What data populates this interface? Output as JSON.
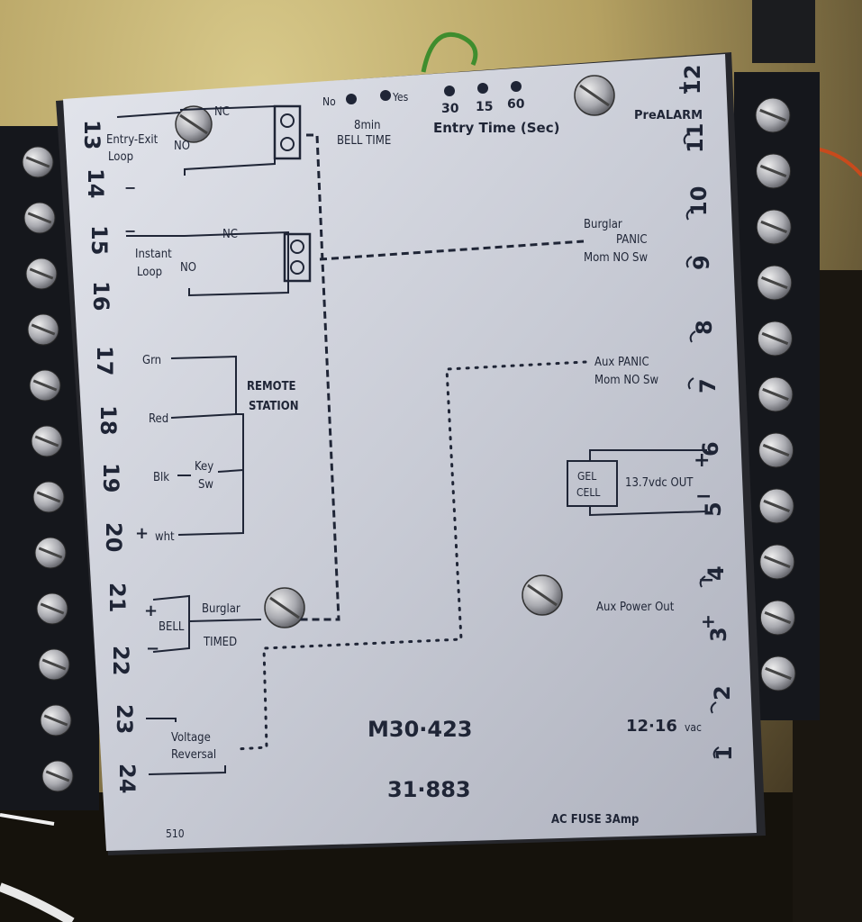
{
  "panel": {
    "terminals_left": [
      "13",
      "14",
      "15",
      "16",
      "17",
      "18",
      "19",
      "20",
      "21",
      "22",
      "23",
      "24"
    ],
    "terminals_right": [
      "1",
      "2",
      "3",
      "4",
      "5",
      "6",
      "7",
      "8",
      "9",
      "10",
      "11",
      "12"
    ],
    "entry_exit_loop": {
      "label_1": "Entry-Exit",
      "label_2": "Loop",
      "nc": "NC",
      "no": "NO"
    },
    "instant_loop": {
      "label_1": "Instant",
      "label_2": "Loop",
      "nc": "NC",
      "no": "NO"
    },
    "remote_station": {
      "title_1": "REMOTE",
      "title_2": "STATION",
      "wire_grn": "Grn",
      "wire_red": "Red",
      "wire_blk": "Blk",
      "wire_wht": "wht",
      "key_1": "Key",
      "key_2": "Sw"
    },
    "bell": {
      "label": "BELL",
      "burglar": "Burglar",
      "timed": "TIMED"
    },
    "voltage_reversal": {
      "label_1": "Voltage",
      "label_2": "Reversal"
    },
    "bell_time": {
      "no": "No",
      "yes": "Yes",
      "label_1": "8min",
      "label_2": "BELL TIME"
    },
    "entry_time": {
      "opt_30": "30",
      "opt_15": "15",
      "opt_60": "60",
      "label": "Entry Time (Sec)"
    },
    "prealarm": "PreALARM",
    "burglar_panic": {
      "label_1": "Burglar",
      "label_2": "PANIC",
      "label_3": "Mom NO Sw"
    },
    "aux_panic": {
      "label_1": "Aux PANIC",
      "label_2": "Mom NO Sw"
    },
    "gel_cell": {
      "label_1": "GEL",
      "label_2": "CELL",
      "out": "13.7vdc OUT"
    },
    "aux_power_out": "Aux Power Out",
    "model": "M30·423",
    "part": "31·883",
    "vac": "12·16",
    "vac_unit": "vac",
    "ac_fuse": "AC FUSE 3Amp",
    "code": "510"
  },
  "colors": {
    "panel": "#c9ccd6",
    "ink": "#1f2536",
    "wall": "#b5a162",
    "terminal_block": "#15171c",
    "screw": "#a9aab0",
    "wire_green": "#3f8d2e",
    "wire_orange": "#c84a1c"
  }
}
